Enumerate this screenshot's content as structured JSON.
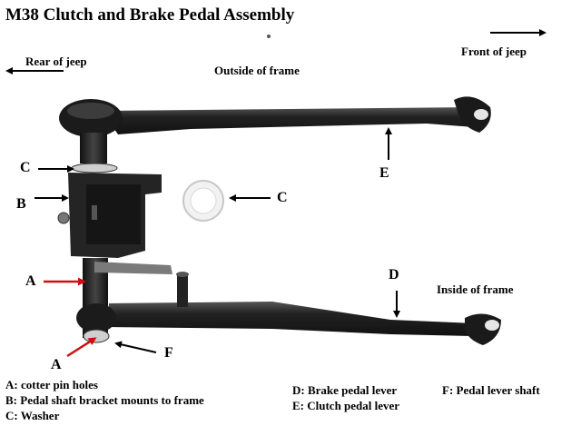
{
  "title": "M38 Clutch and Brake Pedal Assembly",
  "directions": {
    "rear": "Rear of jeep",
    "front": "Front of jeep",
    "outside": "Outside of frame",
    "inside": "Inside of frame"
  },
  "callouts": {
    "c_upper": "C",
    "b": "B",
    "c_washer": "C",
    "e": "E",
    "d": "D",
    "a_upper": "A",
    "a_lower": "A",
    "f": "F"
  },
  "legend": {
    "a": "A: cotter pin holes",
    "b": "B: Pedal shaft bracket mounts to frame",
    "c": "C: Washer",
    "d": "D: Brake pedal lever",
    "e": "E: Clutch pedal lever",
    "f": "F: Pedal lever shaft"
  },
  "colors": {
    "metal": "#1c1c1c",
    "metal_highlight": "#4a4a4a",
    "bracket": "#262626",
    "washer": "#e8e8e8",
    "red_arrow": "#d01010",
    "background": "#ffffff"
  }
}
